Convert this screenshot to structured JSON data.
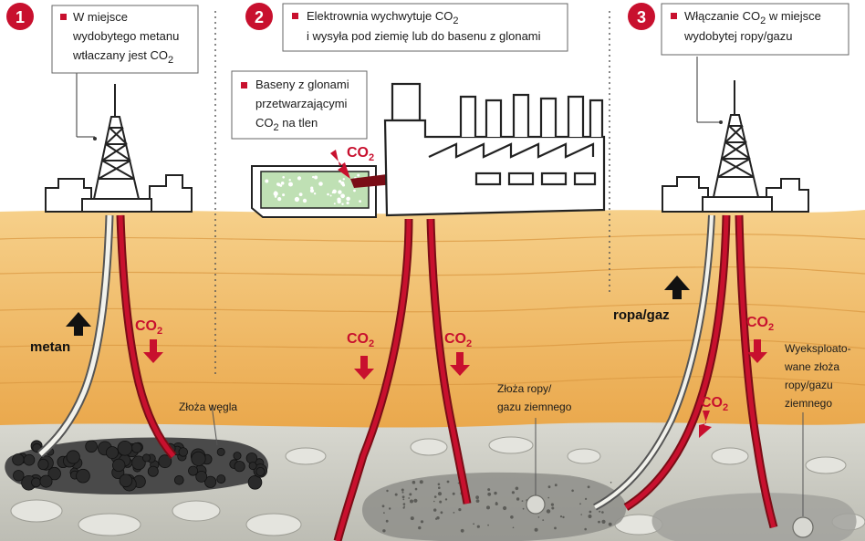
{
  "colors": {
    "accent": "#c8102e",
    "pipe_red": "#b3121f",
    "soil_top": "#f3c77a",
    "soil_bottom": "#e9a94d",
    "rock": "#cfcfc8",
    "coal": "#3a3a3a",
    "algae": "#bfe0b4"
  },
  "steps": [
    {
      "number": "1",
      "line1": "W miejsce",
      "line2": "wydobytego metanu",
      "line3_pre": "wtłaczany jest CO",
      "line3_sub": "2"
    },
    {
      "number": "2",
      "line1_pre": "Elektrownia wychwytuje CO",
      "line1_sub": "2",
      "line2": "i wysyła pod ziemię lub do basenu z glonami"
    },
    {
      "number": "3",
      "line1_pre": "Włączanie CO",
      "line1_sub": "2",
      "line1_post": " w miejsce",
      "line2": "wydobytej ropy/gazu"
    }
  ],
  "algae_box": {
    "line1": "Baseny z glonami",
    "line2": "przetwarzającymi",
    "line3_pre": "CO",
    "line3_sub": "2",
    "line3_post": " na tlen"
  },
  "co2": {
    "main": "CO",
    "sub": "2"
  },
  "labels": {
    "metan": "metan",
    "coal": "Złoża węgla",
    "oil_gas_1": "Złoża ropy/",
    "oil_gas_2": "gazu ziemnego",
    "ropa_gaz": "ropa/gaz",
    "depleted_1": "Wyeksploato-",
    "depleted_2": "wane złoża",
    "depleted_3": "ropy/gazu",
    "depleted_4": "ziemnego"
  }
}
